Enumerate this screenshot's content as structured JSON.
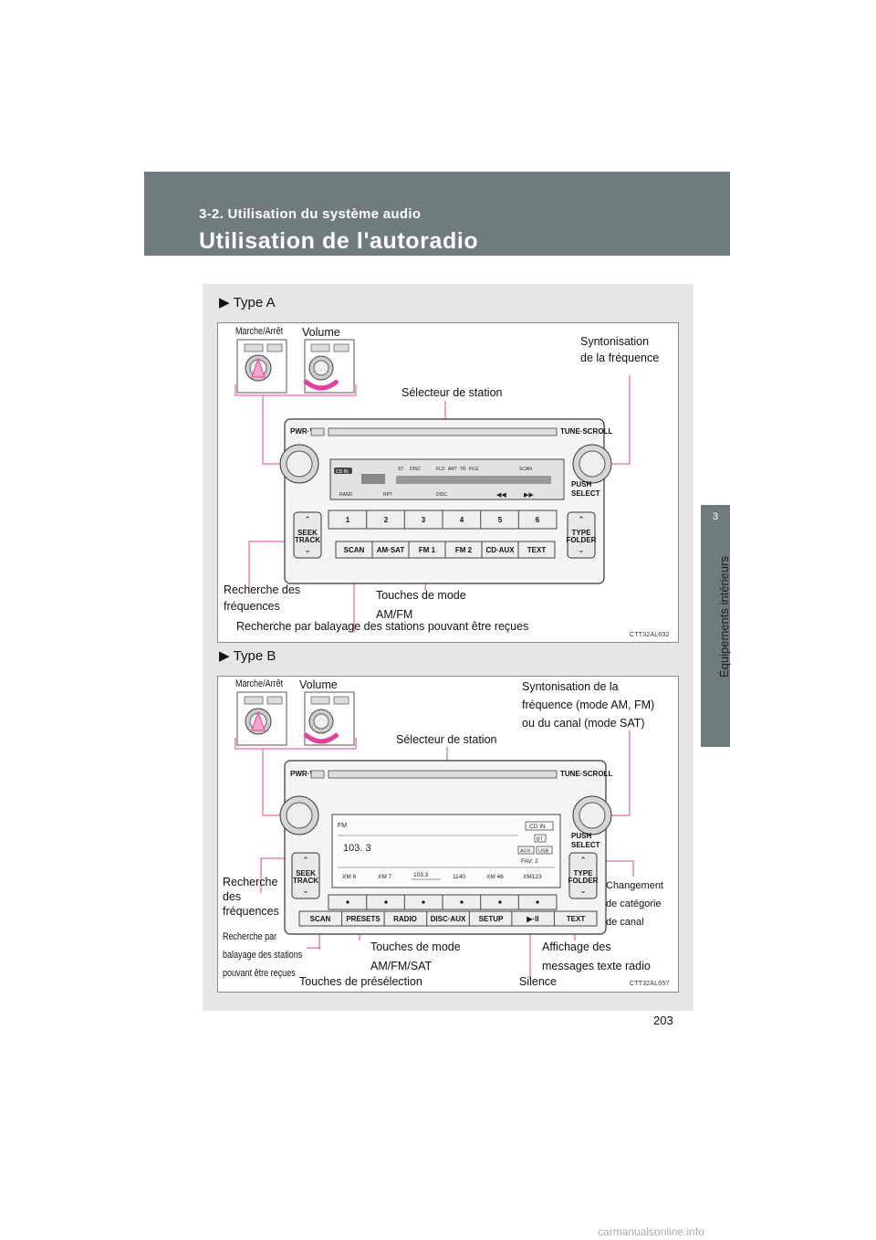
{
  "header": {
    "section": "3-2. Utilisation du système audio",
    "title": "Utilisation de l'autoradio"
  },
  "side_tab": {
    "number": "3",
    "label": "Équipements intérieurs"
  },
  "type_a": {
    "heading": "Type A",
    "labels": {
      "power": "Marche/Arrêt",
      "volume": "Volume",
      "tuning_l1": "Syntonisation",
      "tuning_l2": "de la fréquence",
      "station_selector": "Sélecteur de station",
      "seek_l1": "Recherche des",
      "seek_l2": "fréquences",
      "mode_l1": "Touches de mode",
      "mode_l2": "AM/FM",
      "scan": "Recherche par balayage des stations pouvant être reçues"
    },
    "code": "CTT32AL032",
    "unit": {
      "pwr": "PWR·VOL",
      "tune": "TUNE·SCROLL",
      "push": "PUSH",
      "select": "SELECT",
      "seek1": "SEEK",
      "seek2": "TRACK",
      "type1": "TYPE",
      "type2": "FOLDER",
      "cdin": "CD IN",
      "st": "ST",
      "disc": "DISC",
      "fld": "FLD",
      "art": "ART",
      "tr": "TR",
      "file": "FILE",
      "scanind": "SCAN",
      "rand": "RAND",
      "rpt": "RPT",
      "discsel": "DISC",
      "presets": [
        "1",
        "2",
        "3",
        "4",
        "5",
        "6"
      ],
      "bottom": [
        "SCAN",
        "AM·SAT",
        "FM 1",
        "FM 2",
        "CD·AUX",
        "TEXT"
      ]
    }
  },
  "type_b": {
    "heading": "Type B",
    "labels": {
      "power": "Marche/Arrêt",
      "volume": "Volume",
      "tuning_l1": "Syntonisation de la",
      "tuning_l2": "fréquence (mode AM, FM)",
      "tuning_l3": "ou du canal (mode SAT)",
      "station_selector": "Sélecteur de station",
      "seek_l1": "Recherche",
      "seek_l2": "des",
      "seek_l3": "fréquences",
      "scan_l1": "Recherche par",
      "scan_l2": "balayage des stations",
      "scan_l3": "pouvant être reçues",
      "mode_l1": "Touches de mode",
      "mode_l2": "AM/FM/SAT",
      "preset": "Touches de présélection",
      "mute": "Silence",
      "text_l1": "Affichage des",
      "text_l2": "messages texte radio",
      "cat_l1": "Changement",
      "cat_l2": "de catégorie",
      "cat_l3": "de canal"
    },
    "code": "CTT32AL057",
    "unit": {
      "pwr": "PWR·VOL",
      "tune": "TUNE·SCROLL",
      "push": "PUSH",
      "select": "SELECT",
      "seek1": "SEEK",
      "seek2": "TRACK",
      "type1": "TYPE",
      "type2": "FOLDER",
      "mode": "FM",
      "freq": "103. 3",
      "cdin": "CD IN",
      "bt": "BT",
      "aux": "AUX",
      "usb": "USB",
      "fav": "FAV:  2",
      "presets": [
        "XM  6",
        "XM  7",
        "103.3",
        "1140",
        "XM  46",
        "XM123"
      ],
      "bottom": [
        "SCAN",
        "PRESETS",
        "RADIO",
        "DISC·AUX",
        "SETUP",
        "▶·II",
        "TEXT"
      ]
    }
  },
  "page_number": "203",
  "watermark": "carmanualsonline.info",
  "colors": {
    "header": "#6f7b7d",
    "leader": "#e8409a",
    "panel_bg": "#e6e6e6"
  }
}
